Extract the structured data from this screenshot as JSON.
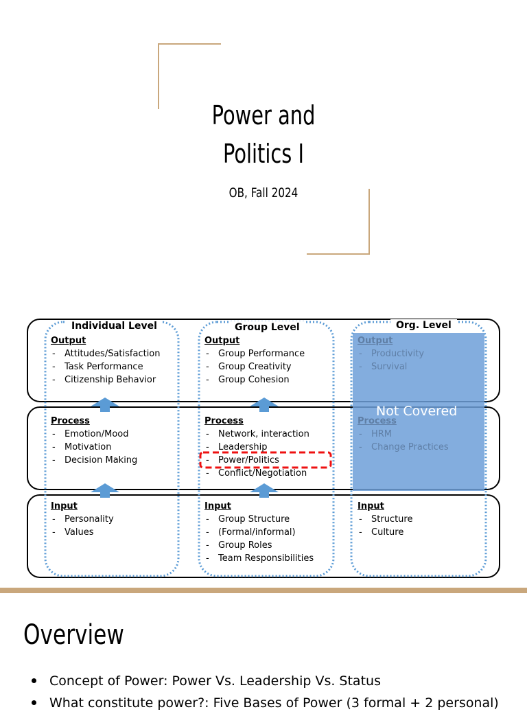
{
  "slide": {
    "title": "Power and\nPolitics I",
    "subtitle": "OB, Fall 2024"
  },
  "diagram": {
    "columns": [
      {
        "header": "Individual Level"
      },
      {
        "header": "Group Level"
      },
      {
        "header": "Org. Level"
      }
    ],
    "individual": {
      "output_label": "Output",
      "output_items": [
        "Attitudes/Satisfaction",
        "Task Performance",
        "Citizenship Behavior"
      ],
      "process_label": "Process",
      "process_items": [
        "Emotion/Mood",
        "Motivation",
        "Decision Making"
      ],
      "input_label": "Input",
      "input_items": [
        "Personality",
        "Values"
      ]
    },
    "group": {
      "output_label": "Output",
      "output_items": [
        "Group Performance",
        "Group Creativity",
        "Group Cohesion"
      ],
      "process_label": "Process",
      "process_items": [
        "Network, interaction",
        "Leadership",
        "Power/Politics",
        "Conflict/Negotiation"
      ],
      "input_label": "Input",
      "input_items": [
        "Group Structure",
        "(Formal/informal)",
        "Group Roles",
        "Team Responsibilities"
      ]
    },
    "org": {
      "output_label": "Output",
      "output_items": [
        "Productivity",
        "Survival"
      ],
      "process_label": "Process",
      "process_items": [
        "HRM",
        "Change Practices"
      ],
      "input_label": "Input",
      "input_items": [
        "Structure",
        "Culture"
      ],
      "overlay_label": "Not Covered"
    },
    "colors": {
      "overlay": "#6d9fd8",
      "arrow": "#5b9bd5",
      "highlight": "#ee1111",
      "dotted": "#5b9bd5"
    }
  },
  "overview": {
    "title": "Overview",
    "bullets": [
      "Concept of Power: Power Vs. Leadership Vs. Status",
      "What constitute power?: Five Bases of Power (3 formal + 2 personal)"
    ]
  }
}
